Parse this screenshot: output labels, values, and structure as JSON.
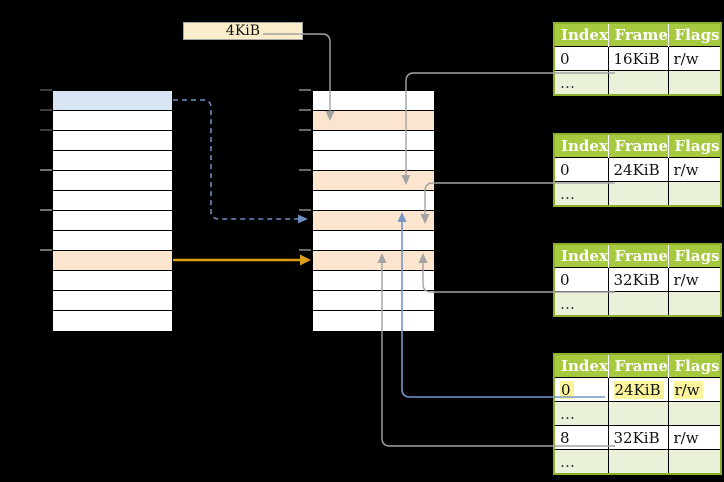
{
  "kib_box": {
    "label": "4KiB"
  },
  "colors": {
    "blue_row": "#D8E5F5",
    "orange_row": "#FCE5CE",
    "box_fill": "#FAEDCA",
    "box_border": "#A6A6A6",
    "green_header": "#A6C93F",
    "green_border": "#8DB02F",
    "green_light": "#E9F1D8",
    "yellow_highlight": "#FBF49C",
    "gray_line": "#A3A3A3",
    "blue_line": "#7796C8",
    "blue_dashed": "#6C8EBF",
    "orange_line": "#DB9E15",
    "tick_dark": "#4D4D4D",
    "tick_light": "#8C8C8C",
    "tick_mid": "#828282"
  },
  "left_strip": {
    "rows": [
      "blue",
      "white",
      "white",
      "white",
      "white",
      "white",
      "white",
      "white",
      "orange",
      "white",
      "white",
      "white"
    ]
  },
  "middle_strip": {
    "rows": [
      "white",
      "orange",
      "white",
      "white",
      "orange",
      "white",
      "orange",
      "white",
      "orange",
      "white",
      "white",
      "white"
    ]
  },
  "frame_tables": [
    {
      "headers": [
        "Index",
        "Frame",
        "Flags"
      ],
      "rows": [
        {
          "cells": [
            "0",
            "16KiB",
            "r/w"
          ],
          "shaded": false,
          "highlight": false
        },
        {
          "cells": [
            "…",
            "",
            ""
          ],
          "shaded": true,
          "highlight": false
        }
      ]
    },
    {
      "headers": [
        "Index",
        "Frame",
        "Flags"
      ],
      "rows": [
        {
          "cells": [
            "0",
            "24KiB",
            "r/w"
          ],
          "shaded": false,
          "highlight": false
        },
        {
          "cells": [
            "…",
            "",
            ""
          ],
          "shaded": true,
          "highlight": false
        }
      ]
    },
    {
      "headers": [
        "Index",
        "Frame",
        "Flags"
      ],
      "rows": [
        {
          "cells": [
            "0",
            "32KiB",
            "r/w"
          ],
          "shaded": false,
          "highlight": false
        },
        {
          "cells": [
            "…",
            "",
            ""
          ],
          "shaded": true,
          "highlight": false
        }
      ]
    },
    {
      "headers": [
        "Index",
        "Frame",
        "Flags"
      ],
      "rows": [
        {
          "cells": [
            "0",
            "24KiB",
            "r/w"
          ],
          "shaded": false,
          "highlight": true
        },
        {
          "cells": [
            "…",
            "",
            ""
          ],
          "shaded": true,
          "highlight": false
        },
        {
          "cells": [
            "8",
            "32KiB",
            "r/w"
          ],
          "shaded": false,
          "highlight": false
        },
        {
          "cells": [
            "…",
            "",
            ""
          ],
          "shaded": true,
          "highlight": false
        }
      ]
    }
  ]
}
